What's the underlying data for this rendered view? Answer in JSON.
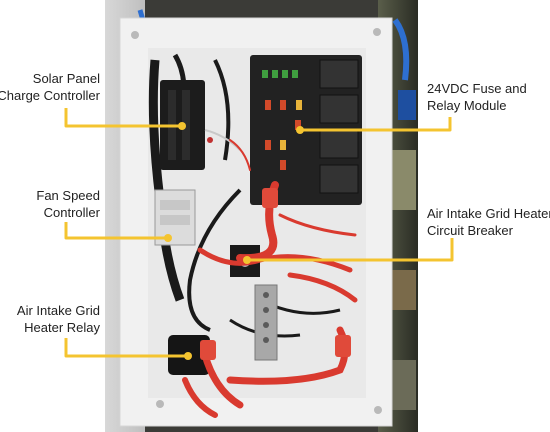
{
  "photo": {
    "subject": "electrical-panel",
    "colors": {
      "callout_line": "#f4c430",
      "panel": "#eeeeee",
      "wire_red": "#d93a2f"
    }
  },
  "callouts": [
    {
      "id": "solar",
      "lines": [
        "Solar Panel",
        "Charge Controller"
      ]
    },
    {
      "id": "fan",
      "lines": [
        "Fan Speed",
        "Controller"
      ]
    },
    {
      "id": "relay",
      "lines": [
        "Air Intake Grid",
        "Heater Relay"
      ]
    },
    {
      "id": "fuse",
      "lines": [
        "24VDC Fuse and",
        "Relay Module"
      ]
    },
    {
      "id": "breaker",
      "lines": [
        "Air Intake Grid Heater",
        "Circuit Breaker"
      ]
    }
  ]
}
